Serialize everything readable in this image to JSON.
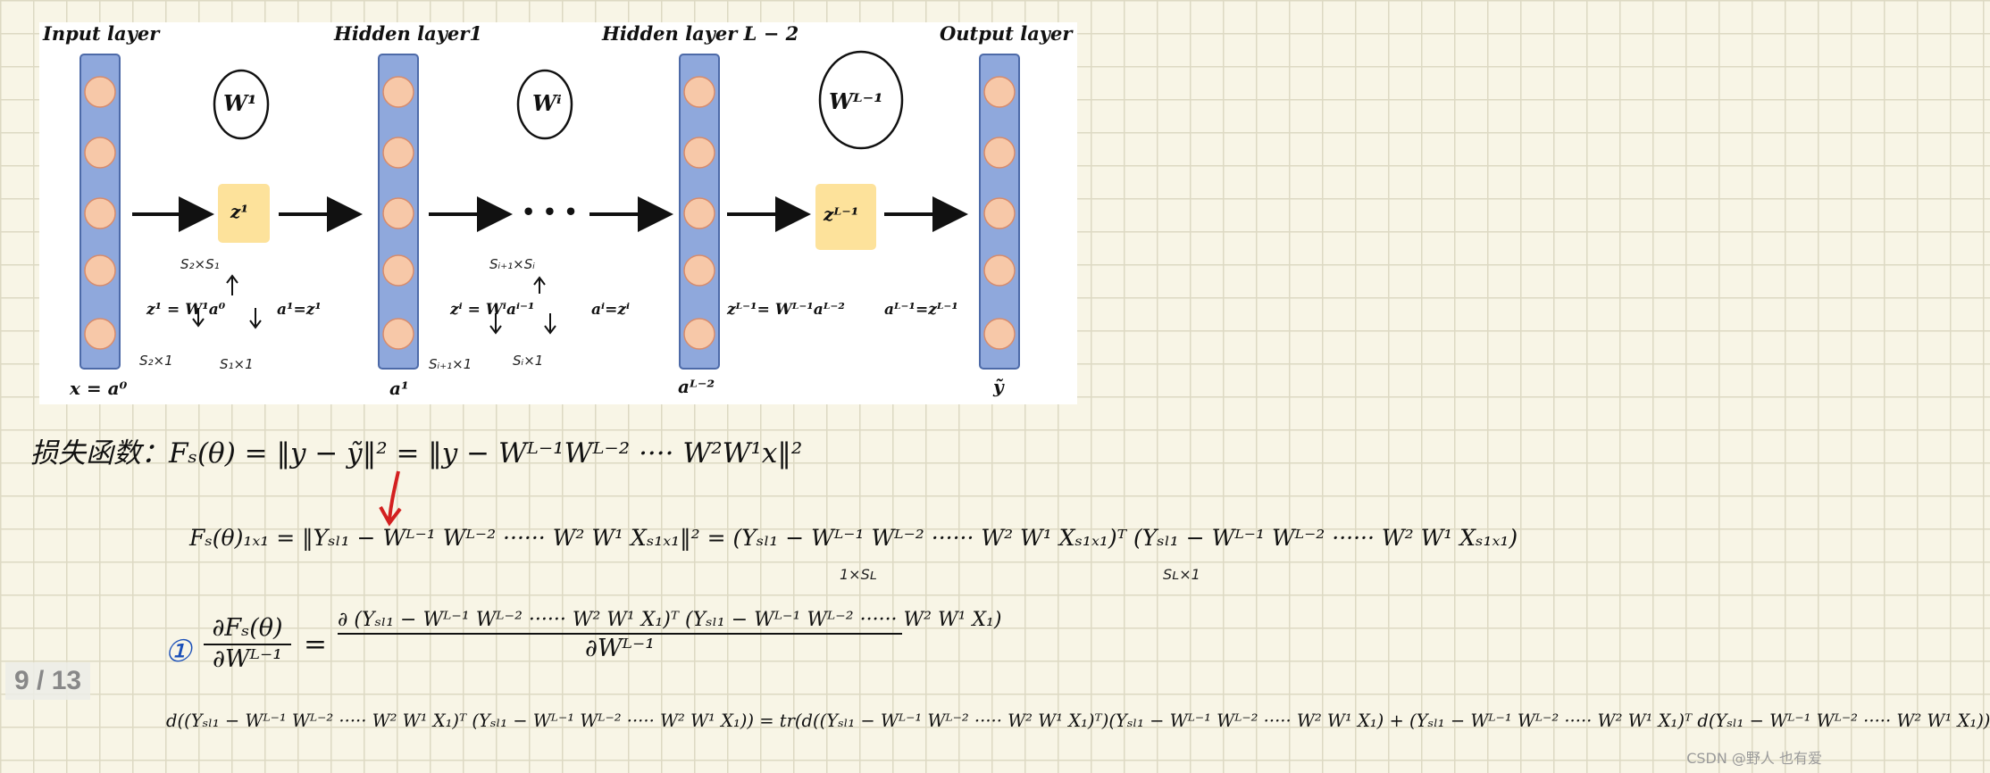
{
  "diagram": {
    "layers": [
      {
        "title": "Input layer",
        "below": "x = a⁰"
      },
      {
        "title": "Hidden layer1",
        "below": "a¹"
      },
      {
        "title": "Hidden layer L − 2",
        "below": "aᴸ⁻²"
      },
      {
        "title": "Output layer",
        "below": "ỹ"
      }
    ],
    "weights": [
      "W¹",
      "Wⁱ",
      "Wᴸ⁻¹"
    ],
    "boxes": [
      "z¹",
      "zᴸ⁻¹"
    ],
    "ellipsis": "• • •",
    "equations": [
      "z¹ = W¹a⁰",
      "a¹=z¹",
      "zⁱ = Wⁱaⁱ⁻¹",
      "aⁱ=zⁱ",
      "zᴸ⁻¹= Wᴸ⁻¹aᴸ⁻²",
      "aᴸ⁻¹=zᴸ⁻¹"
    ],
    "dim_notes": [
      "S₂×S₁",
      "S₂×1",
      "S₁×1",
      "Sᵢ₊₁×Sᵢ",
      "Sᵢ₊₁×1",
      "Sᵢ×1"
    ],
    "colors": {
      "layer_bar": "#8fa8dc",
      "node": "#f7c8a8",
      "box": "#fde29b"
    }
  },
  "notes": {
    "line1": "损失函数：Fₛ(θ) = ‖y − ỹ‖² = ‖y − Wᴸ⁻¹Wᴸ⁻² ···· W²W¹x‖²",
    "line2": "Fₛ(θ)₁ₓ₁ = ‖Yₛₗ₁ − Wᴸ⁻¹ Wᴸ⁻² ······ W² W¹ Xₛ₁ₓ₁‖² = (Yₛₗ₁ − Wᴸ⁻¹ Wᴸ⁻² ······ W² W¹ Xₛ₁ₓ₁)ᵀ (Yₛₗ₁ − Wᴸ⁻¹ Wᴸ⁻² ······ W² W¹ Xₛ₁ₓ₁)",
    "note_1xSL": "1×Sʟ",
    "note_SLx1": "Sʟ×1",
    "circled": "①",
    "frac_num": "∂Fₛ(θ)",
    "frac_den": "∂Wᴸ⁻¹",
    "eq_sign": "=",
    "rhs_num": "∂ (Yₛₗ₁ − Wᴸ⁻¹ Wᴸ⁻² ······ W² W¹ X₁)ᵀ (Yₛₗ₁ − Wᴸ⁻¹ Wᴸ⁻² ······ W² W¹ X₁)",
    "rhs_den": "∂Wᴸ⁻¹",
    "line4": "d((Yₛₗ₁ − Wᴸ⁻¹ Wᴸ⁻² ····· W² W¹ X₁)ᵀ (Yₛₗ₁ − Wᴸ⁻¹ Wᴸ⁻² ····· W² W¹ X₁)) = tr(d((Yₛₗ₁ − Wᴸ⁻¹ Wᴸ⁻² ····· W² W¹ X₁)ᵀ)(Yₛₗ₁ − Wᴸ⁻¹ Wᴸ⁻² ····· W² W¹ X₁) + (Yₛₗ₁ − Wᴸ⁻¹ Wᴸ⁻² ····· W² W¹ X₁)ᵀ d(Yₛₗ₁ − Wᴸ⁻¹ Wᴸ⁻² ····· W² W¹ X₁))"
  },
  "page_indicator": "9 / 13",
  "watermark": "CSDN @野人 也有爱"
}
